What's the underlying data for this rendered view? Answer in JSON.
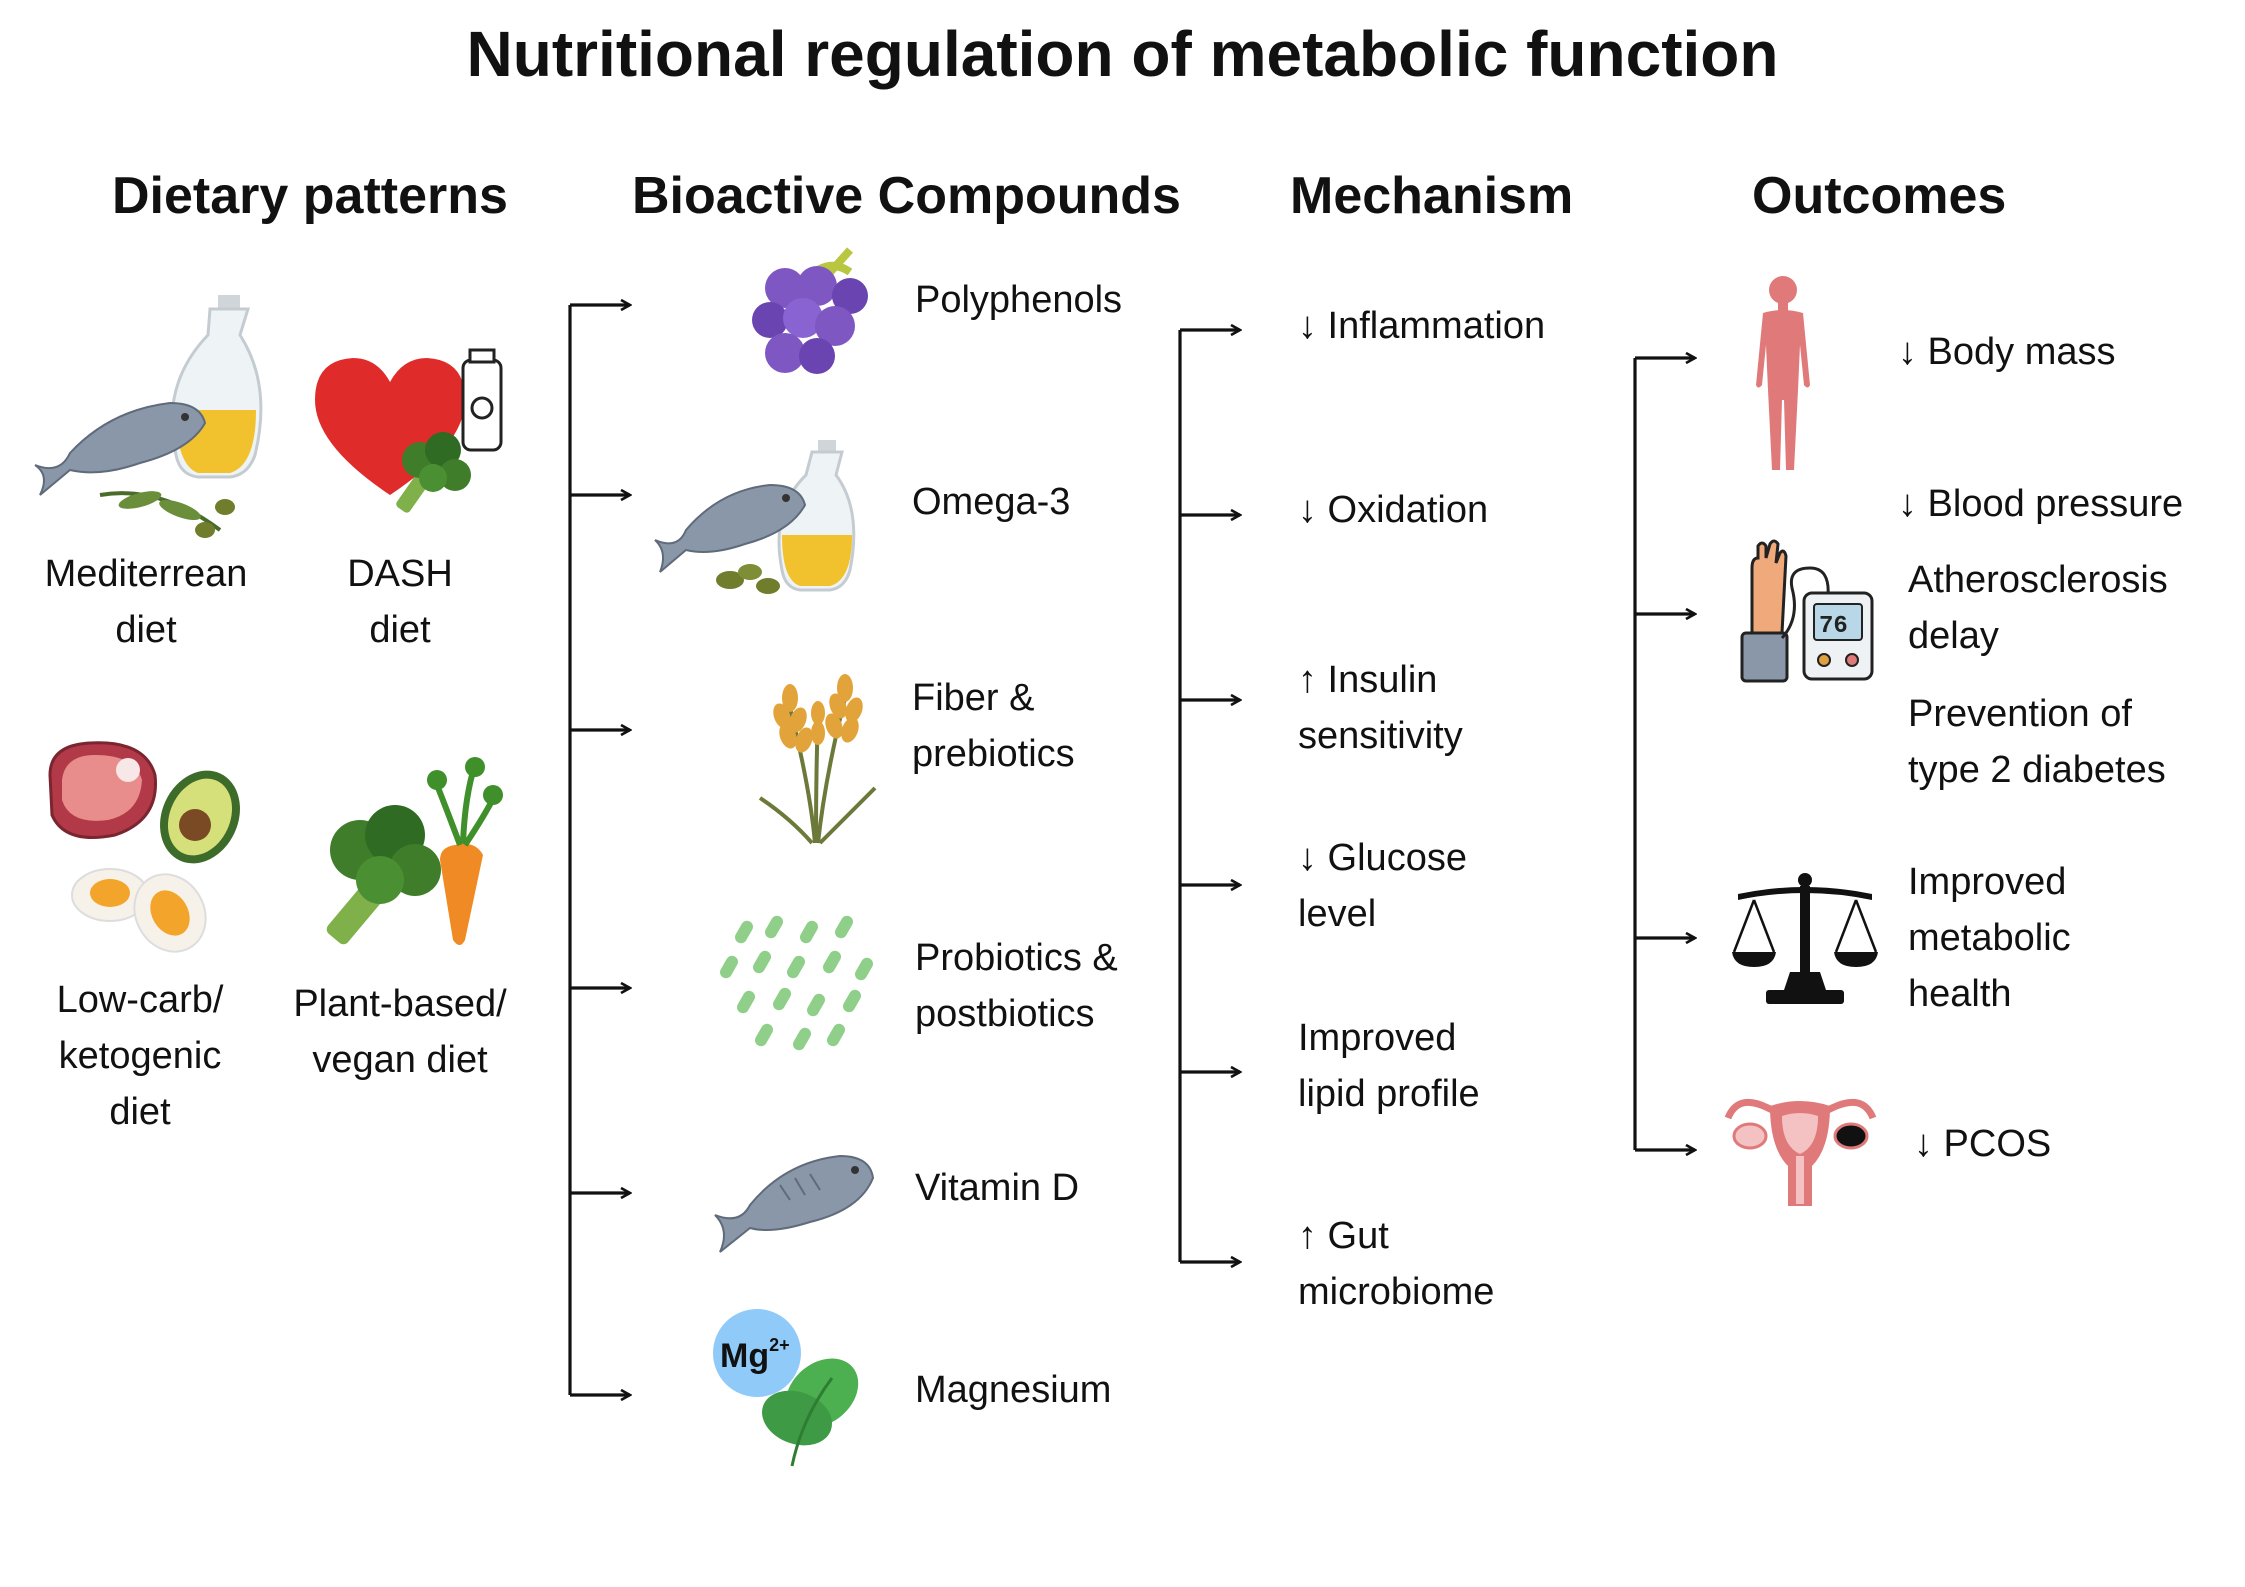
{
  "title": "Nutritional regulation of metabolic function",
  "columns": {
    "dietary": "Dietary patterns",
    "compounds": "Bioactive Compounds",
    "mechanism": "Mechanism",
    "outcomes": "Outcomes"
  },
  "diets": [
    {
      "line1": "Mediterrean",
      "line2": "diet",
      "icon": "fish-olive-oil-icon"
    },
    {
      "line1": "DASH",
      "line2": "diet",
      "icon": "heart-broccoli-milk-icon"
    },
    {
      "line1": "Low-carb/",
      "line2": "ketogenic",
      "line3": "diet",
      "icon": "meat-avocado-egg-icon"
    },
    {
      "line1": "Plant-based/",
      "line2": "vegan diet",
      "icon": "broccoli-carrot-icon"
    }
  ],
  "compounds": [
    {
      "line1": "Polyphenols",
      "icon": "grapes-icon"
    },
    {
      "line1": "Omega-3",
      "icon": "fish-olive-oil-icon"
    },
    {
      "line1": "Fiber &",
      "line2": "prebiotics",
      "icon": "wheat-icon"
    },
    {
      "line1": "Probiotics &",
      "line2": "postbiotics",
      "icon": "bacteria-icon"
    },
    {
      "line1": "Vitamin D",
      "icon": "fish-icon"
    },
    {
      "line1": "Magnesium",
      "icon": "magnesium-leaf-icon",
      "badge": "Mg",
      "badge_sup": "2+"
    }
  ],
  "mechanisms": [
    {
      "line1": "↓ Inflammation"
    },
    {
      "line1": "↓ Oxidation"
    },
    {
      "line1": "↑ Insulin",
      "line2": "sensitivity"
    },
    {
      "line1": "↓ Glucose",
      "line2": "level"
    },
    {
      "line1": "Improved",
      "line2": "lipid profile"
    },
    {
      "line1": "↑ Gut",
      "line2": "microbiome"
    }
  ],
  "outcomes": [
    {
      "line1": "↓ Body mass",
      "icon": "human-body-icon"
    },
    {
      "line1": "↓ Blood pressure",
      "icon": "blood-pressure-monitor-icon"
    },
    {
      "line1": "Atherosclerosis",
      "line2": "delay"
    },
    {
      "line1": "Prevention of",
      "line2": "type 2 diabetes"
    },
    {
      "line1": "Improved",
      "line2": "metabolic",
      "line3": "health",
      "icon": "balance-scale-icon"
    },
    {
      "line1": "↓ PCOS",
      "icon": "uterus-icon"
    }
  ],
  "colors": {
    "fish": "#8a97a8",
    "oil": "#f2c12e",
    "heart": "#e02b2b",
    "broccoli": "#3f7d2a",
    "grape": "#7e57c2",
    "wheat": "#e2a33a",
    "bacteria": "#8fcf8a",
    "spinach": "#4caf50",
    "mg_badge": "#90caf9",
    "body": "#e07a7a",
    "carrot": "#f08a24"
  }
}
